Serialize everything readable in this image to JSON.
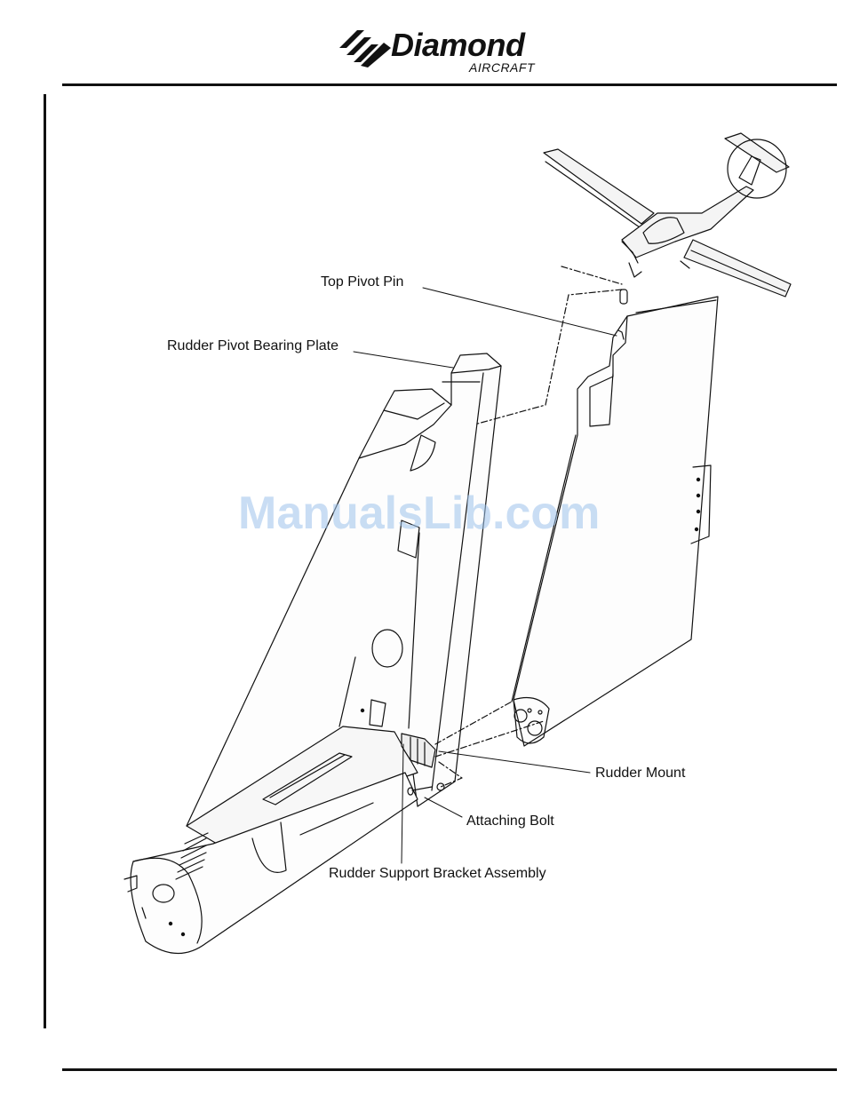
{
  "header": {
    "brand_name": "Diamond",
    "brand_sub": "AIRCRAFT"
  },
  "figure": {
    "labels": {
      "top_pivot_pin": "Top Pivot Pin",
      "rudder_pivot_bearing_plate": "Rudder Pivot Bearing Plate",
      "rudder_mount": "Rudder Mount",
      "attaching_bolt": "Attaching Bolt",
      "rudder_support_bracket_assembly": "Rudder Support Bracket Assembly"
    }
  },
  "watermark": {
    "text": "ManualsLib.com"
  },
  "colors": {
    "ink": "#111111",
    "watermark": "#9ec3ec"
  }
}
